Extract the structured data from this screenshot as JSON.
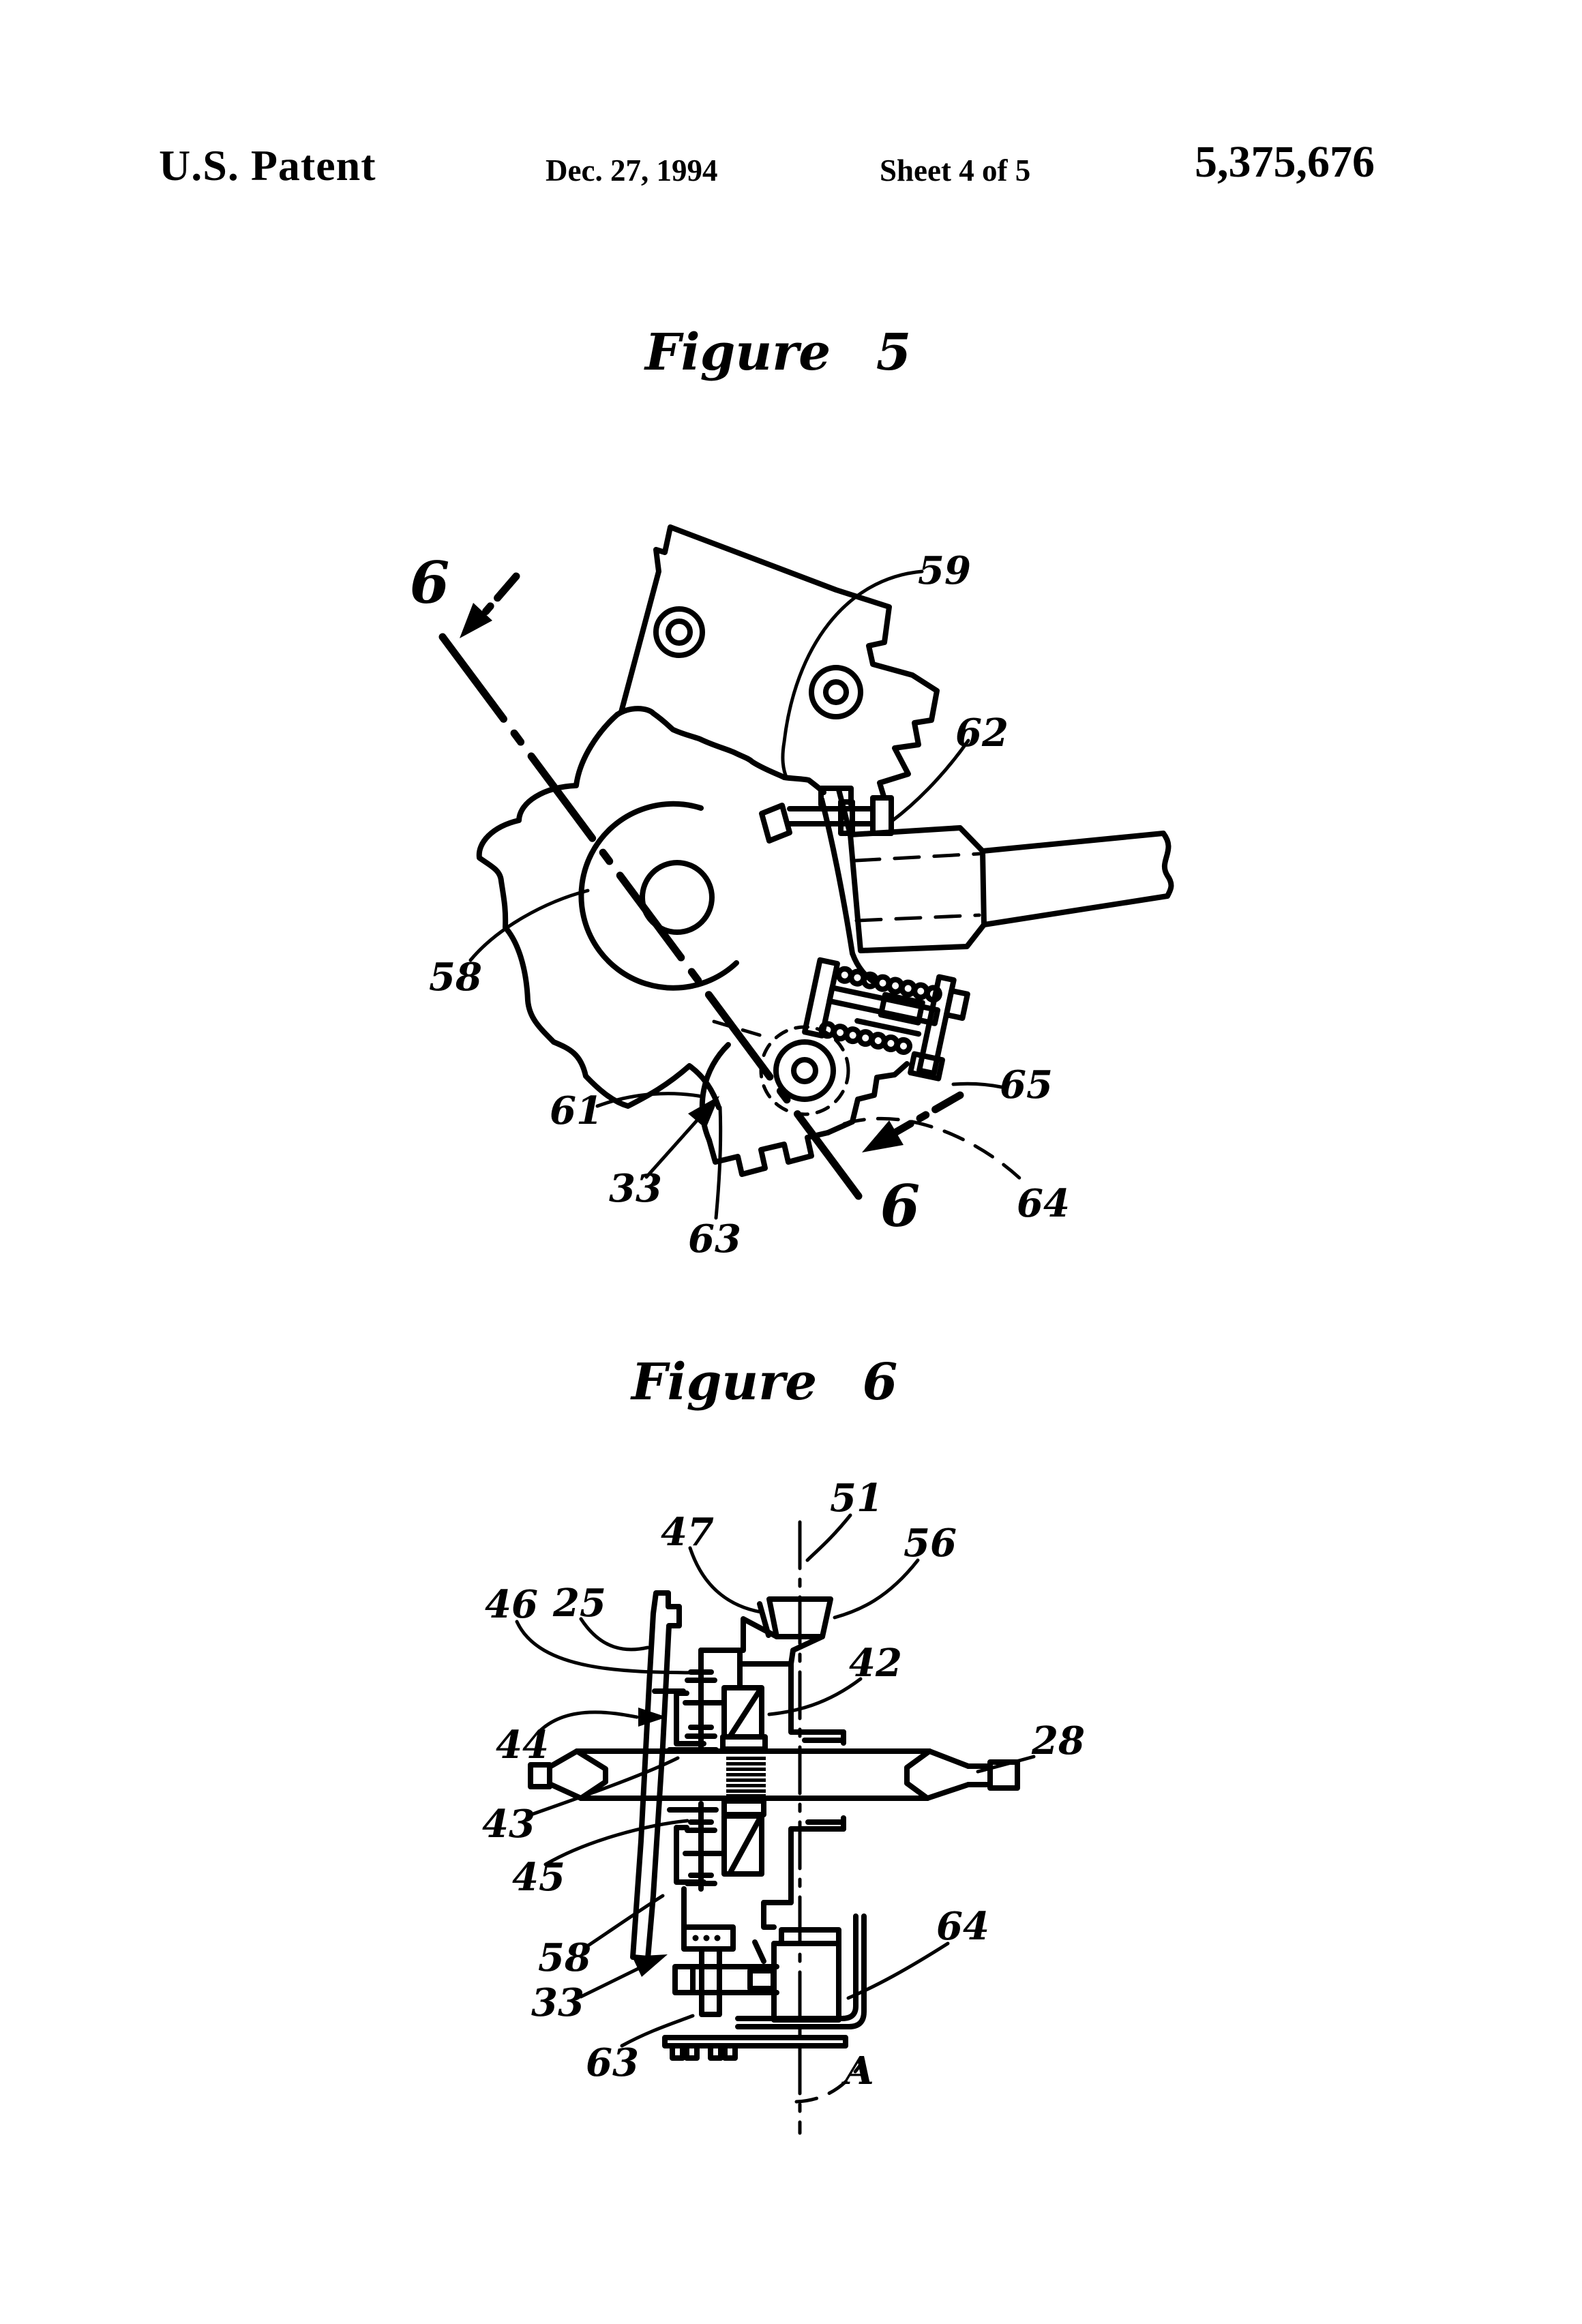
{
  "header": {
    "title": "U.S. Patent",
    "date": "Dec. 27, 1994",
    "sheet": "Sheet 4 of 5",
    "patent_number": "5,375,676"
  },
  "figure5": {
    "title": "Figure 5",
    "labels": {
      "section_top": "6",
      "section_bottom": "6",
      "ref59": "59",
      "ref62": "62",
      "ref58": "58",
      "ref61": "61",
      "ref33": "33",
      "ref63": "63",
      "ref64": "64",
      "ref65": "65"
    }
  },
  "figure6": {
    "title": "Figure 6",
    "labels": {
      "ref51": "51",
      "ref47": "47",
      "ref56": "56",
      "ref46": "46",
      "ref25": "25",
      "ref42": "42",
      "ref44": "44",
      "ref28": "28",
      "ref43": "43",
      "ref45": "45",
      "ref58": "58",
      "ref33": "33",
      "ref63": "63",
      "ref64": "64",
      "refA": "A"
    }
  },
  "colors": {
    "ink": "#000000",
    "paper": "#ffffff"
  }
}
